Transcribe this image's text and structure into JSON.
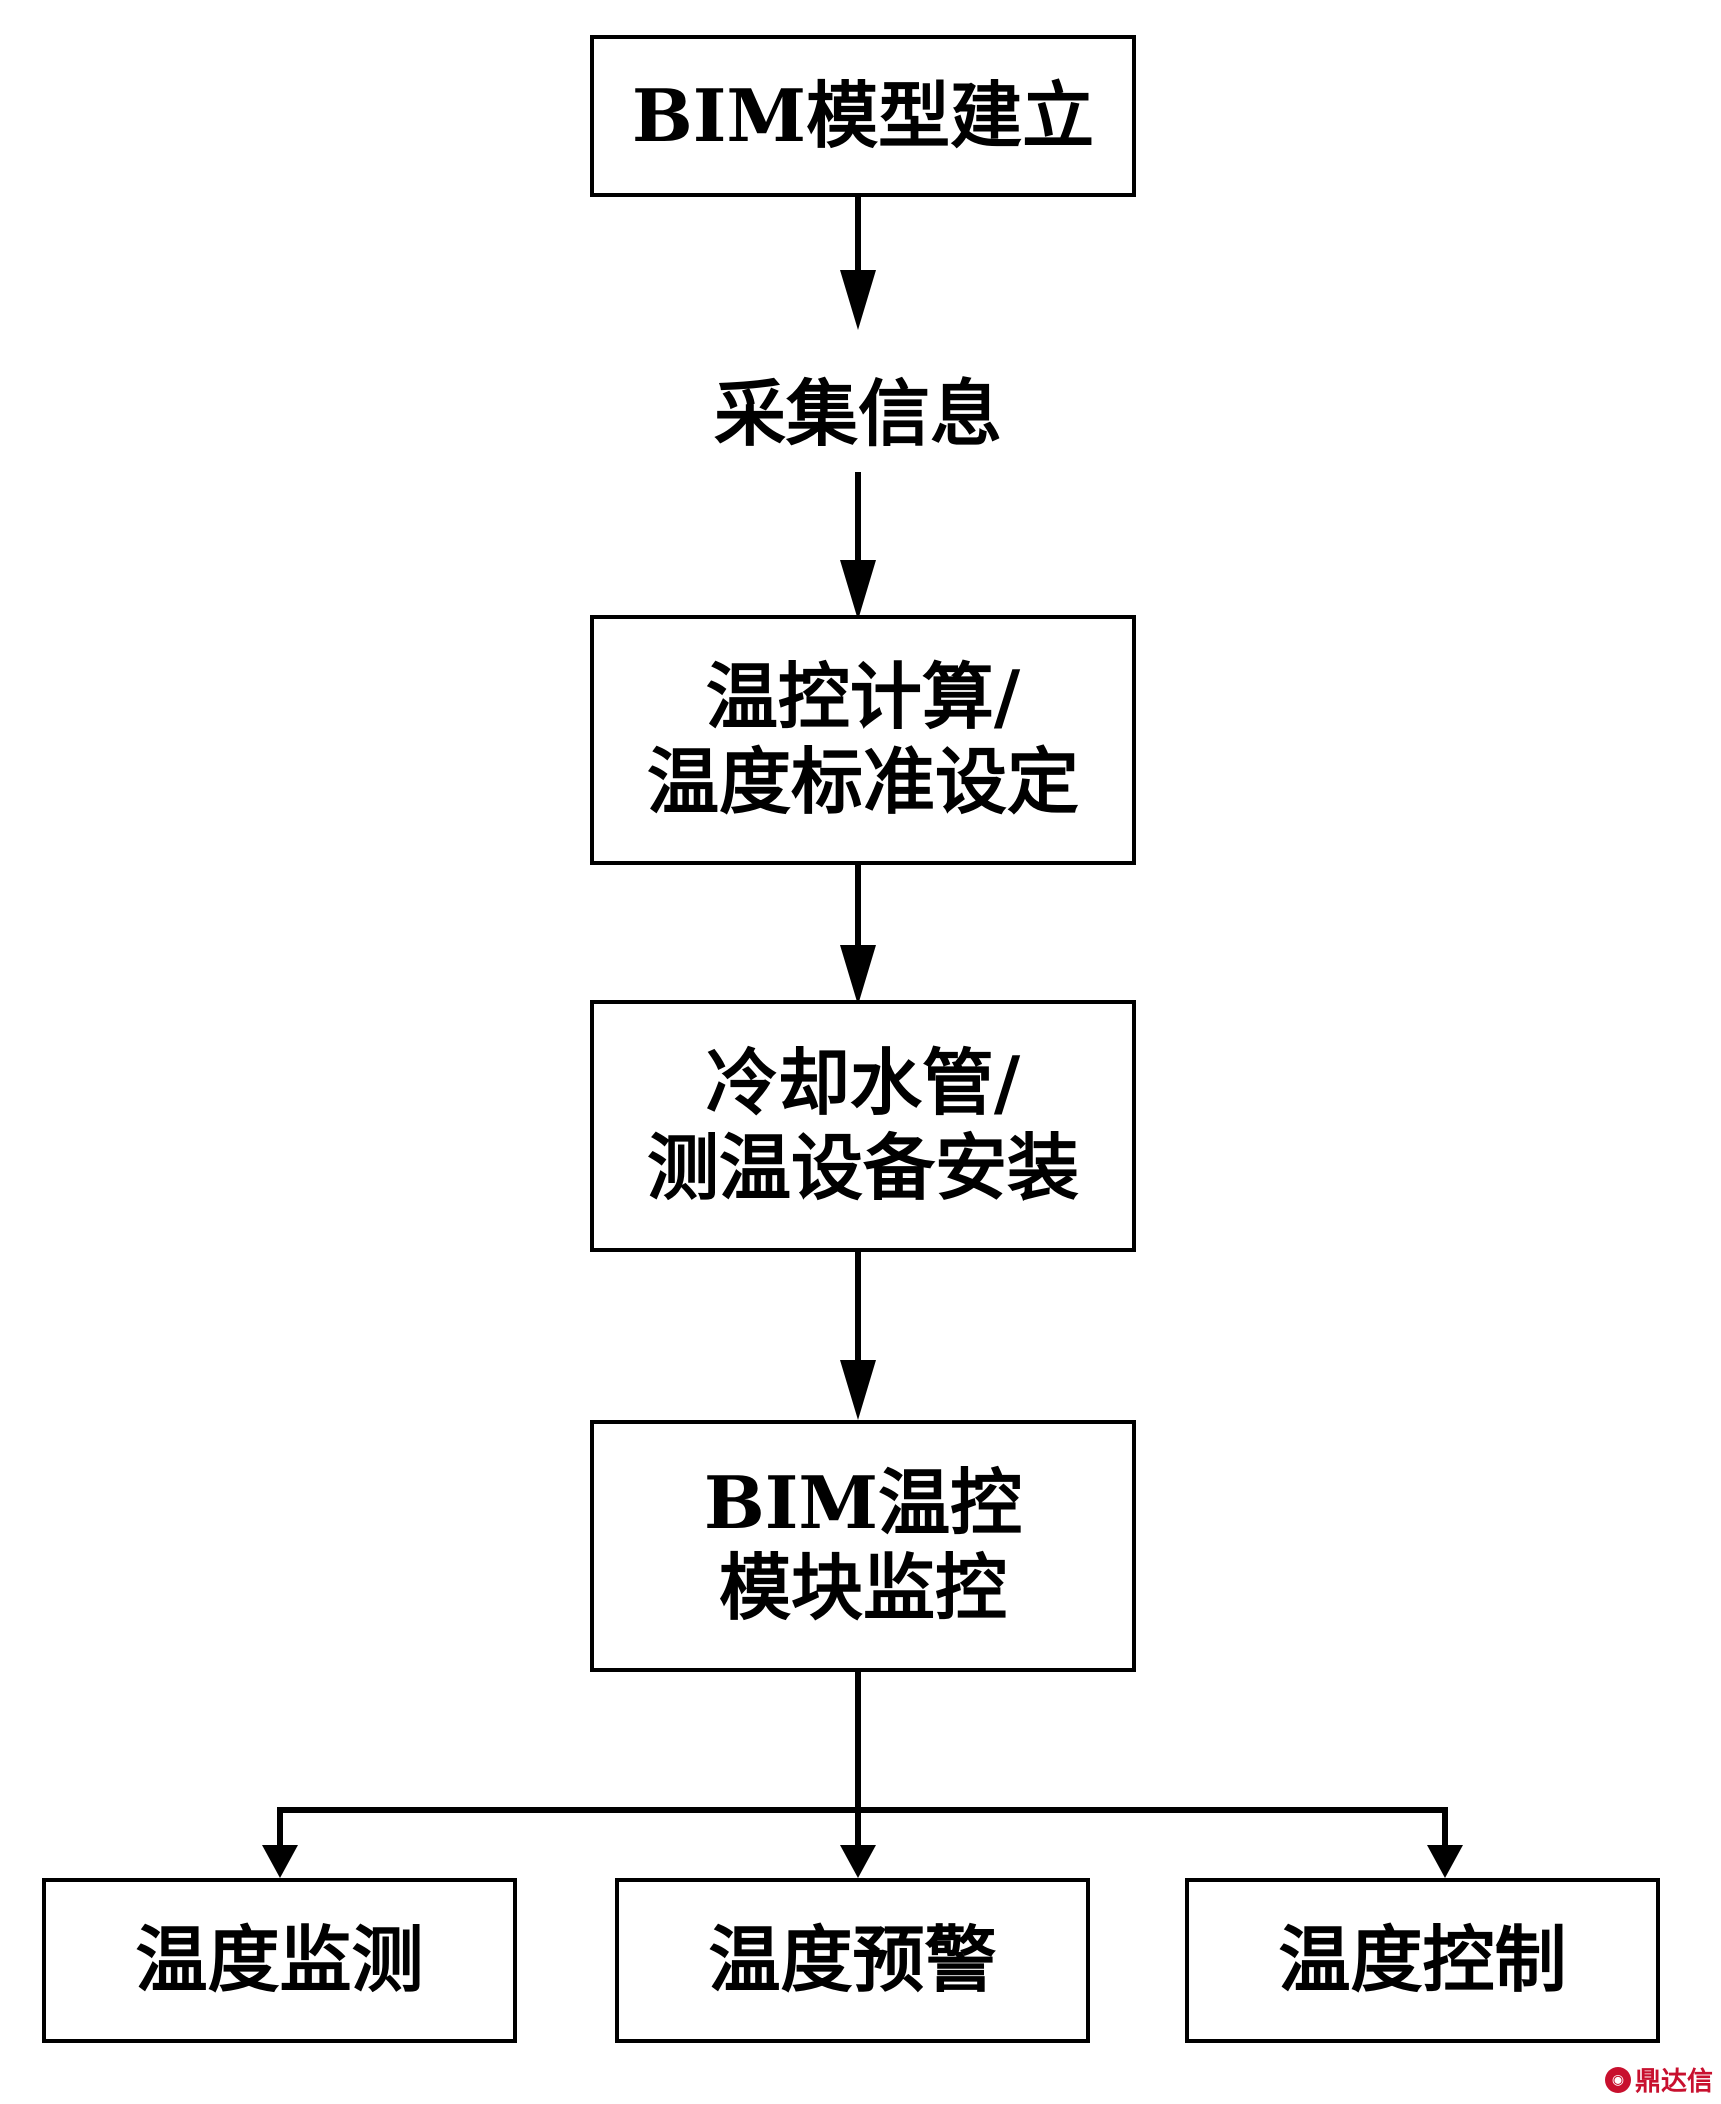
{
  "flow": {
    "step1": "BIM模型建立",
    "step2": "采集信息",
    "step3_line1": "温控计算/",
    "step3_line2": "温度标准设定",
    "step4_line1": "冷却水管/",
    "step4_line2": "测温设备安装",
    "step5_line1": "BIM温控",
    "step5_line2": "模块监控"
  },
  "outputs": [
    "温度监测",
    "温度预警",
    "温度控制"
  ],
  "watermark": {
    "text": "鼎达信",
    "color": "#c8102e"
  }
}
